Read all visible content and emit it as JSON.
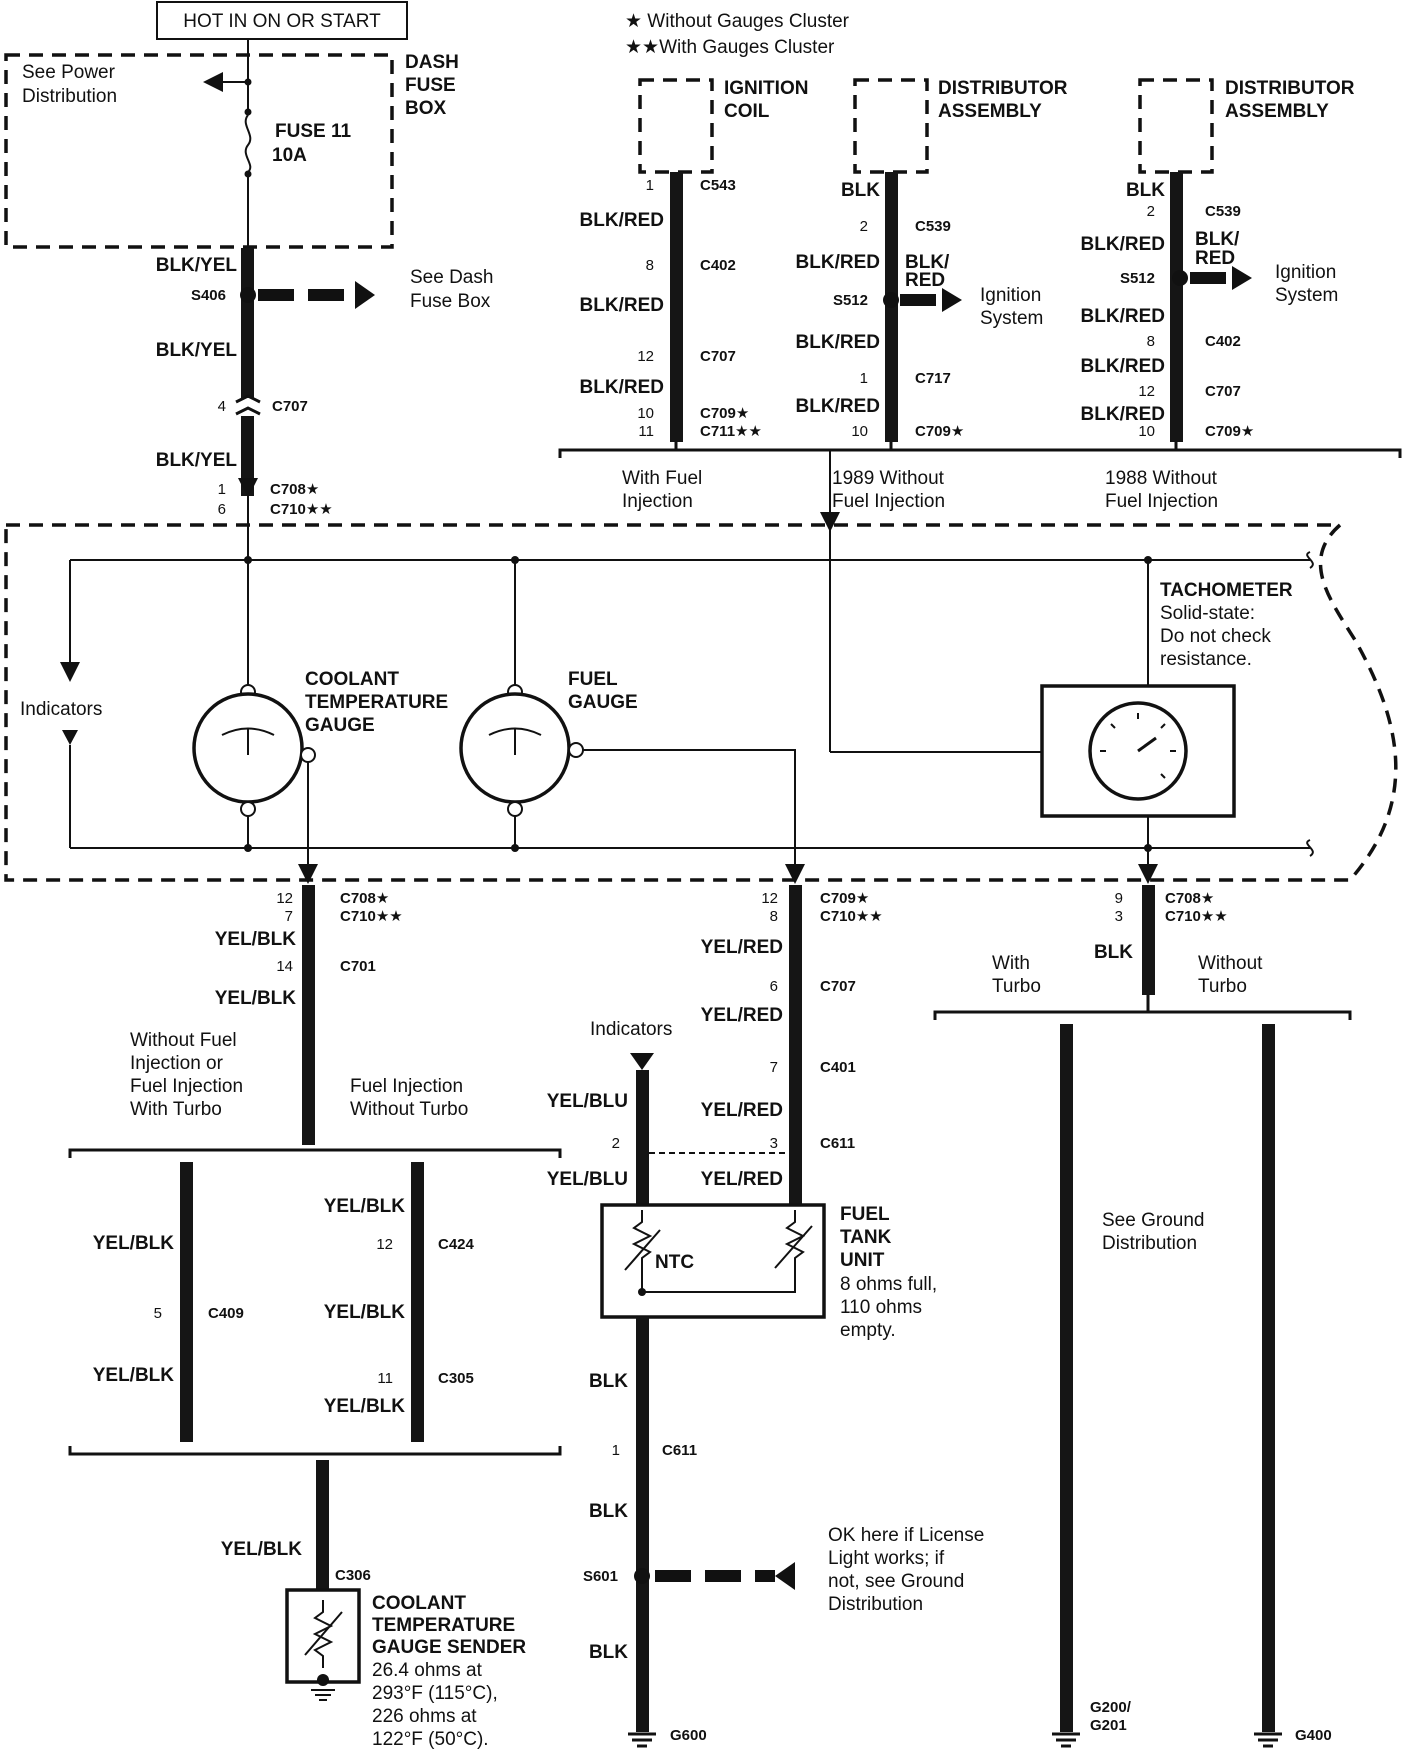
{
  "header": {
    "hot_label": "HOT IN ON OR START",
    "legend_single": "★ Without Gauges Cluster",
    "legend_double": "★★With Gauges Cluster"
  },
  "fuse": {
    "see_power": [
      "See Power",
      "Distribution"
    ],
    "box_label": [
      "DASH",
      "FUSE",
      "BOX"
    ],
    "fuse_name": "FUSE 11",
    "fuse_rating": "10A"
  },
  "main_feed": {
    "wire1": "BLK/YEL",
    "splice": "S406",
    "see_dash": [
      "See Dash",
      "Fuse Box"
    ],
    "wire2": "BLK/YEL",
    "c707_pin": "4",
    "c707": "C707",
    "wire3": "BLK/YEL",
    "pin_a": "1",
    "conn_a": "C708★",
    "pin_b": "6",
    "conn_b": "C710★★"
  },
  "ign_a": {
    "title": [
      "IGNITION",
      "COIL"
    ],
    "pin1": "1",
    "c1": "C543",
    "w1": "BLK/RED",
    "pin2": "8",
    "c2": "C402",
    "w2": "BLK/RED",
    "pin3": "12",
    "c3": "C707",
    "w3": "BLK/RED",
    "pin4a": "10",
    "c4a": "C709★",
    "pin4b": "11",
    "c4b": "C711★★",
    "caption": [
      "With Fuel",
      "Injection"
    ]
  },
  "ign_b": {
    "title": [
      "DISTRIBUTOR",
      "ASSEMBLY"
    ],
    "w0": "BLK",
    "pin1": "2",
    "c1": "C539",
    "w1": "BLK/RED",
    "w1b": [
      "BLK/",
      "RED"
    ],
    "splice": "S512",
    "ign_sys": [
      "Ignition",
      "System"
    ],
    "w2": "BLK/RED",
    "pin2": "1",
    "c2": "C717",
    "w3": "BLK/RED",
    "pin3": "10",
    "c3": "C709★",
    "caption": [
      "1989 Without",
      "Fuel Injection"
    ]
  },
  "ign_c": {
    "title": [
      "DISTRIBUTOR",
      "ASSEMBLY"
    ],
    "w0": "BLK",
    "pin1": "2",
    "c1": "C539",
    "w1": "BLK/RED",
    "w1b": [
      "BLK/",
      "RED"
    ],
    "splice": "S512",
    "ign_sys": [
      "Ignition",
      "System"
    ],
    "w2": "BLK/RED",
    "pin2": "8",
    "c2": "C402",
    "w3": "BLK/RED",
    "pin3": "12",
    "c3": "C707",
    "w4": "BLK/RED",
    "pin4": "10",
    "c4": "C709★",
    "caption": [
      "1988 Without",
      "Fuel Injection"
    ]
  },
  "cluster": {
    "indicators": "Indicators",
    "coolant_gauge": [
      "COOLANT",
      "TEMPERATURE",
      "GAUGE"
    ],
    "fuel_gauge": [
      "FUEL",
      "GAUGE"
    ],
    "tach_title": "TACHOMETER",
    "tach_note": [
      "Solid-state:",
      "Do not check",
      "resistance."
    ]
  },
  "coolant": {
    "pin_a": "12",
    "conn_a": "C708★",
    "pin_b": "7",
    "conn_b": "C710★★",
    "w1": "YEL/BLK",
    "pin_c": "14",
    "conn_c": "C701",
    "w2": "YEL/BLK",
    "left_caption": [
      "Without Fuel",
      "Injection or",
      "Fuel Injection",
      "With Turbo"
    ],
    "right_caption": [
      "Fuel Injection",
      "Without Turbo"
    ],
    "l_w1": "YEL/BLK",
    "l_pin": "5",
    "l_conn": "C409",
    "l_w2": "YEL/BLK",
    "r_w1": "YEL/BLK",
    "r_pin1": "12",
    "r_conn1": "C424",
    "r_w2": "YEL/BLK",
    "r_pin2": "11",
    "r_conn2": "C305",
    "r_w3": "YEL/BLK",
    "w_bottom": "YEL/BLK",
    "c306": "C306",
    "sender_title": [
      "COOLANT",
      "TEMPERATURE",
      "GAUGE SENDER"
    ],
    "sender_spec": [
      "26.4 ohms at",
      "293°F (115°C),",
      "226 ohms at",
      "122°F (50°C)."
    ]
  },
  "fuel": {
    "pin_a": "12",
    "conn_a": "C709★",
    "pin_b": "8",
    "conn_b": "C710★★",
    "w1": "YEL/RED",
    "pin_c": "6",
    "conn_c": "C707",
    "w2": "YEL/RED",
    "indicators": "Indicators",
    "pin_d": "7",
    "conn_d": "C401",
    "w_blu": "YEL/BLU",
    "w3": "YEL/RED",
    "pin_e": "2",
    "pin_f": "3",
    "conn_e": "C611",
    "w_blu2": "YEL/BLU",
    "w4": "YEL/RED",
    "ntc": "NTC",
    "unit_title": [
      "FUEL",
      "TANK",
      "UNIT"
    ],
    "unit_spec": [
      "8 ohms full,",
      "110 ohms",
      "empty."
    ],
    "w5": "BLK",
    "pin_g": "1",
    "conn_g": "C611",
    "w6": "BLK",
    "splice": "S601",
    "note": [
      "OK here if License",
      "Light works; if",
      "not, see Ground",
      "Distribution"
    ],
    "w7": "BLK",
    "ground": "G600"
  },
  "tach_out": {
    "pin_a": "9",
    "conn_a": "C708★",
    "pin_b": "3",
    "conn_b": "C710★★",
    "w1": "BLK",
    "with_turbo": [
      "With",
      "Turbo"
    ],
    "without_turbo": [
      "Without",
      "Turbo"
    ],
    "see_ground": [
      "See Ground",
      "Distribution"
    ],
    "g1": [
      "G200/",
      "G201"
    ],
    "g2": "G400"
  }
}
